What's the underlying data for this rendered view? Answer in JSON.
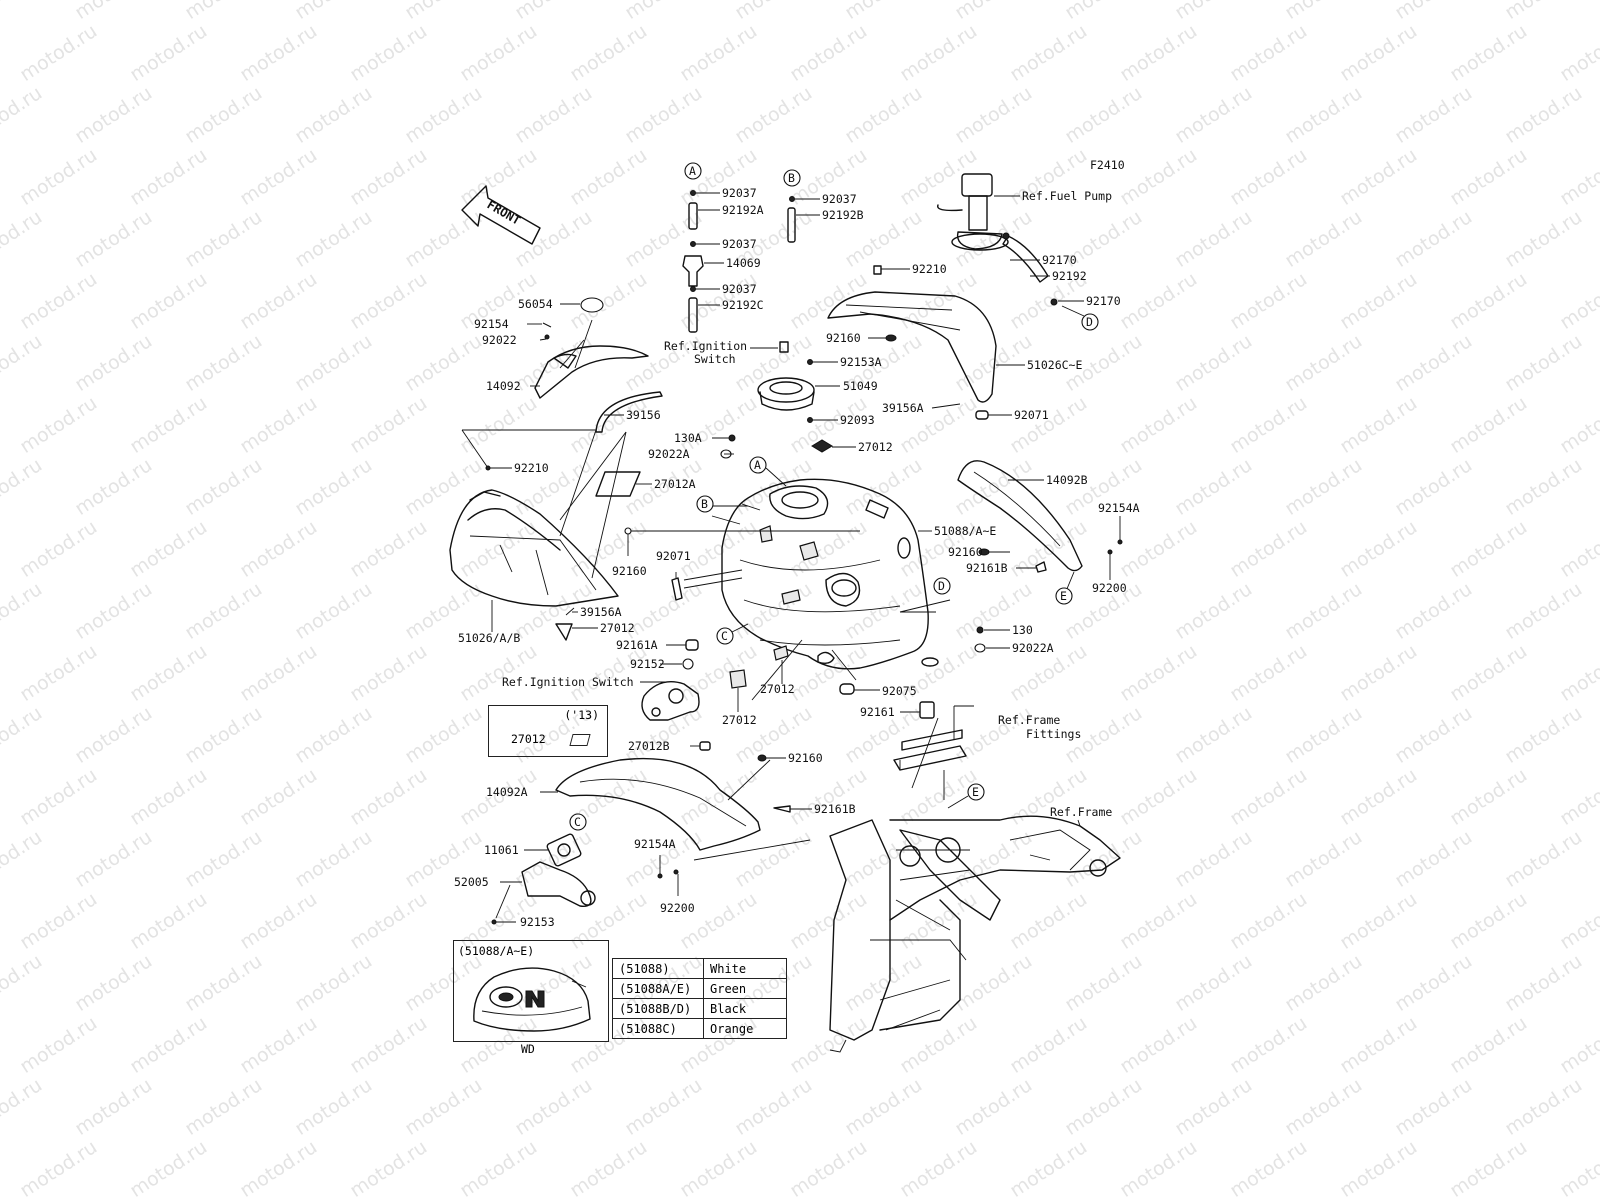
{
  "figure_code": "F2410",
  "front_label": "FRONT",
  "watermark": "motod.ru",
  "labels": {
    "l_92037_a1": "92037",
    "l_92192a": "92192A",
    "l_92037_a2": "92037",
    "l_14069": "14069",
    "l_92037_a3": "92037",
    "l_92192c": "92192C",
    "l_92037_b": "92037",
    "l_92192b": "92192B",
    "l_ref_pump": "Ref.Fuel Pump",
    "l_92170_1": "92170",
    "l_92192": "92192",
    "l_92170_2": "92170",
    "l_92210_top": "92210",
    "l_92160_top": "92160",
    "l_51026ce": "51026C~E",
    "l_39156a_top": "39156A",
    "l_92071_top": "92071",
    "l_ref_ign1a": "Ref.Ignition",
    "l_ref_ign1b": "Switch",
    "l_92153a": "92153A",
    "l_51049": "51049",
    "l_92093": "92093",
    "l_130a": "130A",
    "l_92022a_top": "92022A",
    "l_27012_top": "27012",
    "l_56054": "56054",
    "l_92154": "92154",
    "l_92022": "92022",
    "l_14092": "14092",
    "l_39156": "39156",
    "l_92210_left": "92210",
    "l_27012a": "27012A",
    "l_14092b": "14092B",
    "l_92154a_r": "92154A",
    "l_51088": "51088/A~E",
    "l_92160_r": "92160",
    "l_92161b_r": "92161B",
    "l_92200_r": "92200",
    "l_92160_mid": "92160",
    "l_92071_mid": "92071",
    "l_39156a_left": "39156A",
    "l_27012_left": "27012",
    "l_51026ab": "51026/A/B",
    "l_92161a": "92161A",
    "l_92152": "92152",
    "l_ref_ign2": "Ref.Ignition Switch",
    "l_27012_m1": "27012",
    "l_27012_m2": "27012",
    "l_130": "130",
    "l_92022a_r": "92022A",
    "l_92075": "92075",
    "l_92161": "92161",
    "l_ref_ff1": "Ref.Frame",
    "l_ref_ff2": "Fittings",
    "l_27012b": "27012B",
    "l_92160_low": "92160",
    "l_14092a": "14092A",
    "l_92161b_low": "92161B",
    "l_ref_frame": "Ref.Frame",
    "l_11061": "11061",
    "l_92154a_low": "92154A",
    "l_52005": "52005",
    "l_92200_low": "92200",
    "l_92153": "92153"
  },
  "callouts": {
    "c_a_top": "A",
    "c_b_top": "B",
    "c_d_pump": "D",
    "c_a_tank": "A",
    "c_b_tank": "B",
    "c_d_tank": "D",
    "c_c_tank": "C",
    "c_e_right": "E",
    "c_e_frame": "E",
    "c_c_low": "C"
  },
  "note_box": {
    "year": "('13)",
    "part": "27012"
  },
  "wd_box": {
    "title": "(51088/A~E)",
    "label": "WD"
  },
  "color_table": [
    {
      "code": "(51088)",
      "color": "White"
    },
    {
      "code": "(51088A/E)",
      "color": "Green"
    },
    {
      "code": "(51088B/D)",
      "color": "Black"
    },
    {
      "code": "(51088C)",
      "color": "Orange"
    }
  ]
}
